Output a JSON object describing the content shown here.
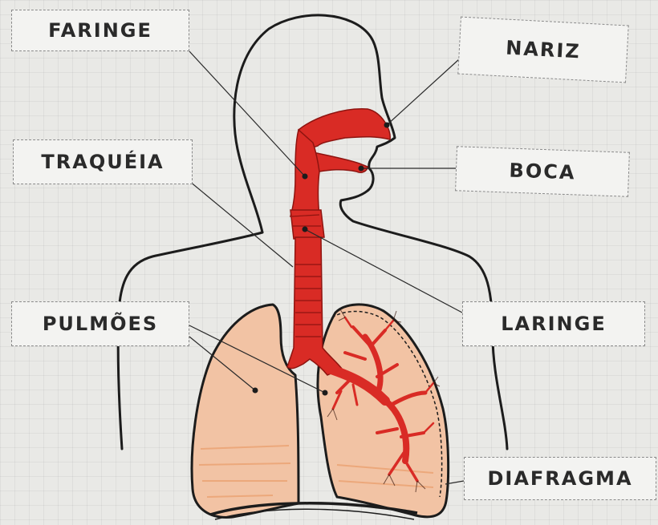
{
  "labels": {
    "faringe": "FARINGE",
    "nariz": "NARIZ",
    "traqueia": "TRAQUÉIA",
    "boca": "BOCA",
    "pulmoes": "PULMÕES",
    "laringe": "LARINGE",
    "diafragma": "DIAFRAGMA"
  },
  "colors": {
    "airway": "#d92b25",
    "lung_fill": "#f2c3a4",
    "outline": "#1c1c1c"
  }
}
